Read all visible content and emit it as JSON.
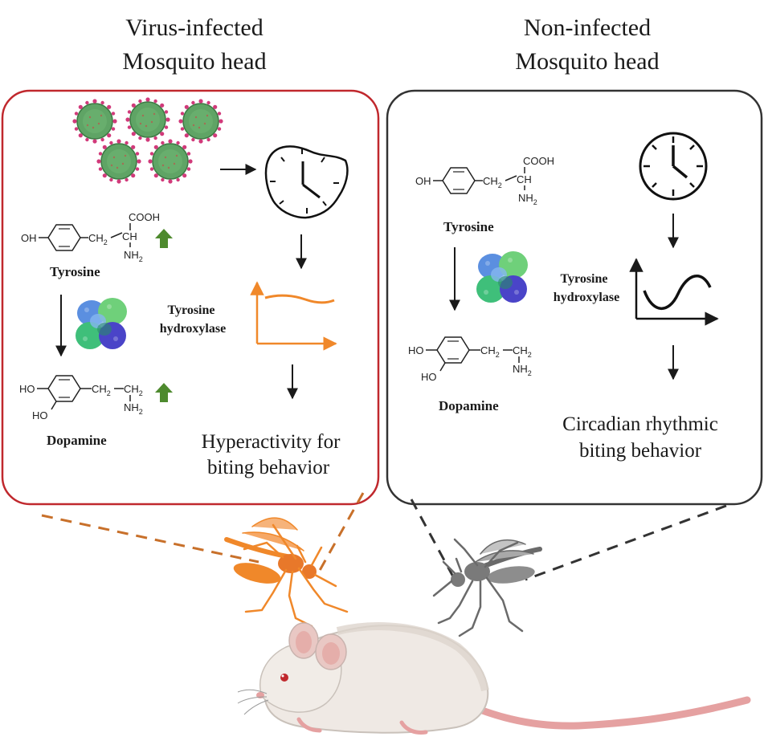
{
  "left_panel": {
    "title_line1": "Virus-infected",
    "title_line2": "Mosquito head",
    "tyrosine_label": "Tyrosine",
    "enzyme_line1": "Tyrosine",
    "enzyme_line2": "hydroxylase",
    "dopamine_label": "Dopamine",
    "outcome_line1": "Hyperactivity for",
    "outcome_line2": "biting behavior",
    "border_color": "#c0282d",
    "accent_color": "#f0882a",
    "increase_arrow_color": "#4e8a2e"
  },
  "right_panel": {
    "title_line1": "Non-infected",
    "title_line2": "Mosquito head",
    "tyrosine_label": "Tyrosine",
    "enzyme_line1": "Tyrosine",
    "enzyme_line2": "hydroxylase",
    "dopamine_label": "Dopamine",
    "outcome_line1": "Circadian rhythmic",
    "outcome_line2": "biting behavior",
    "border_color": "#333333"
  },
  "chem": {
    "oh": "OH",
    "ho": "HO",
    "cooh": "COOH",
    "ch2": "CH",
    "ch": "CH",
    "nh2": "NH",
    "sub2": "2"
  },
  "icons": [
    "virus-particle-icon",
    "distorted-clock-icon",
    "clock-icon",
    "protein-structure-icon",
    "mosquito-icon",
    "mouse-icon"
  ]
}
